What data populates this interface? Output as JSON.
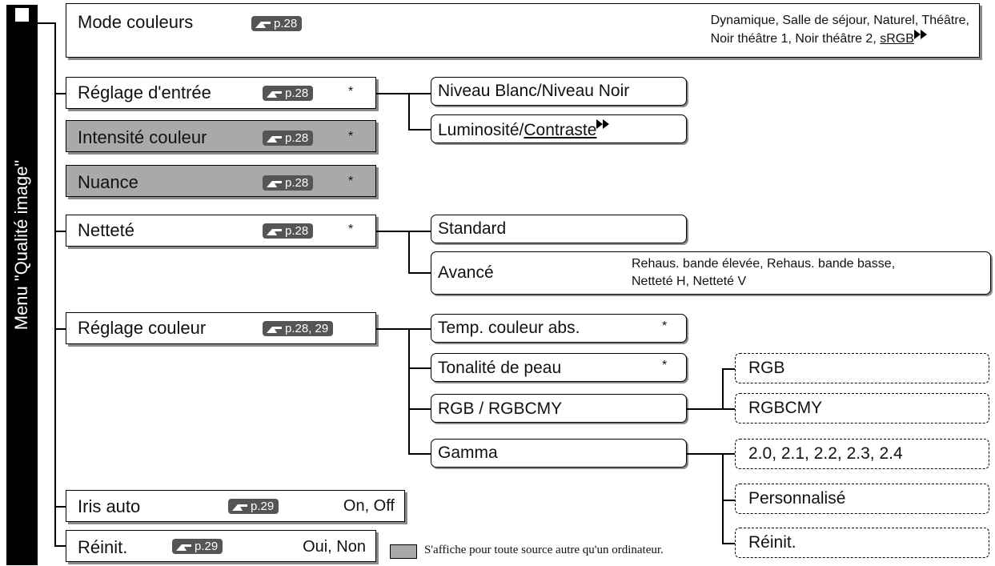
{
  "menu": {
    "title": "Menu \"Qualité image\"",
    "items": [
      {
        "label": "Mode couleurs",
        "ref": "p.28",
        "options": [
          "Dynamique, Salle de séjour, Naturel, Théâtre,",
          "Noir théâtre 1, Noir théâtre 2, "
        ],
        "options_link": "sRGB"
      },
      {
        "label": "Réglage d'entrée",
        "ref": "p.28",
        "star": "*"
      },
      {
        "label": "Intensité couleur",
        "ref": "p.28",
        "star": "*"
      },
      {
        "label": "Nuance",
        "ref": "p.28",
        "star": "*"
      },
      {
        "label": "Netteté",
        "ref": "p.28",
        "star": "*"
      },
      {
        "label": "Réglage couleur",
        "ref": "p.28, 29"
      },
      {
        "label": "Iris auto",
        "ref": "p.29",
        "value": "On, Off"
      },
      {
        "label": "Réinit.",
        "ref": "p.29",
        "value": "Oui, Non"
      }
    ]
  },
  "entree_sub": {
    "item1": "Niveau Blanc/Niveau Noir",
    "item2_pre": "Luminosité/",
    "item2_link": "Contraste"
  },
  "nettete_sub": {
    "standard": "Standard",
    "avance": "Avancé",
    "avance_options": [
      "Rehaus. bande élevée, Rehaus. bande basse,",
      "Netteté H, Netteté V"
    ]
  },
  "couleur_sub": [
    {
      "label": "Temp. couleur abs.",
      "star": "*"
    },
    {
      "label": "Tonalité de peau",
      "star": "*"
    },
    {
      "label": "RGB / RGBCMY"
    },
    {
      "label": "Gamma"
    }
  ],
  "rgb_sub": [
    "RGB",
    "RGBCMY"
  ],
  "gamma_sub": [
    "2.0, 2.1, 2.2, 2.3, 2.4",
    "Personnalisé",
    "Réinit."
  ],
  "legend": {
    "text": "S'affiche pour toute source autre qu'un ordinateur.",
    "swatch_color": "#a9a9a9"
  },
  "colors": {
    "grey_fill": "#a9a9a9",
    "ref_badge": "#555555",
    "shadow": "#8a8a8a"
  },
  "icons": {
    "ref": "hand-pointer-icon",
    "link": "double-arrow-icon"
  }
}
